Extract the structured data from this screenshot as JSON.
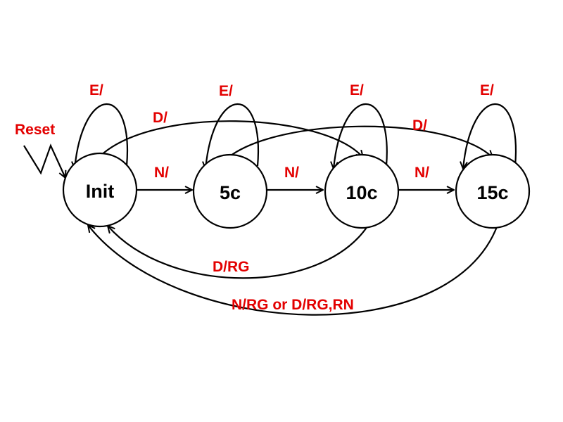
{
  "diagram": {
    "label_color": "#e30000",
    "line_color": "#000000",
    "states": {
      "init": "Init",
      "s5": "5c",
      "s10": "10c",
      "s15": "15c"
    },
    "labels": {
      "reset": "Reset",
      "self_init": "E/",
      "self_5": "E/",
      "self_10": "E/",
      "self_15": "E/",
      "n_init_5": "N/",
      "n_5_10": "N/",
      "n_10_15": "N/",
      "d_init_10": "D/",
      "d_5_15": "D/",
      "d_10_init": "D/RG",
      "any_15_init": "N/RG or D/RG,RN"
    }
  }
}
